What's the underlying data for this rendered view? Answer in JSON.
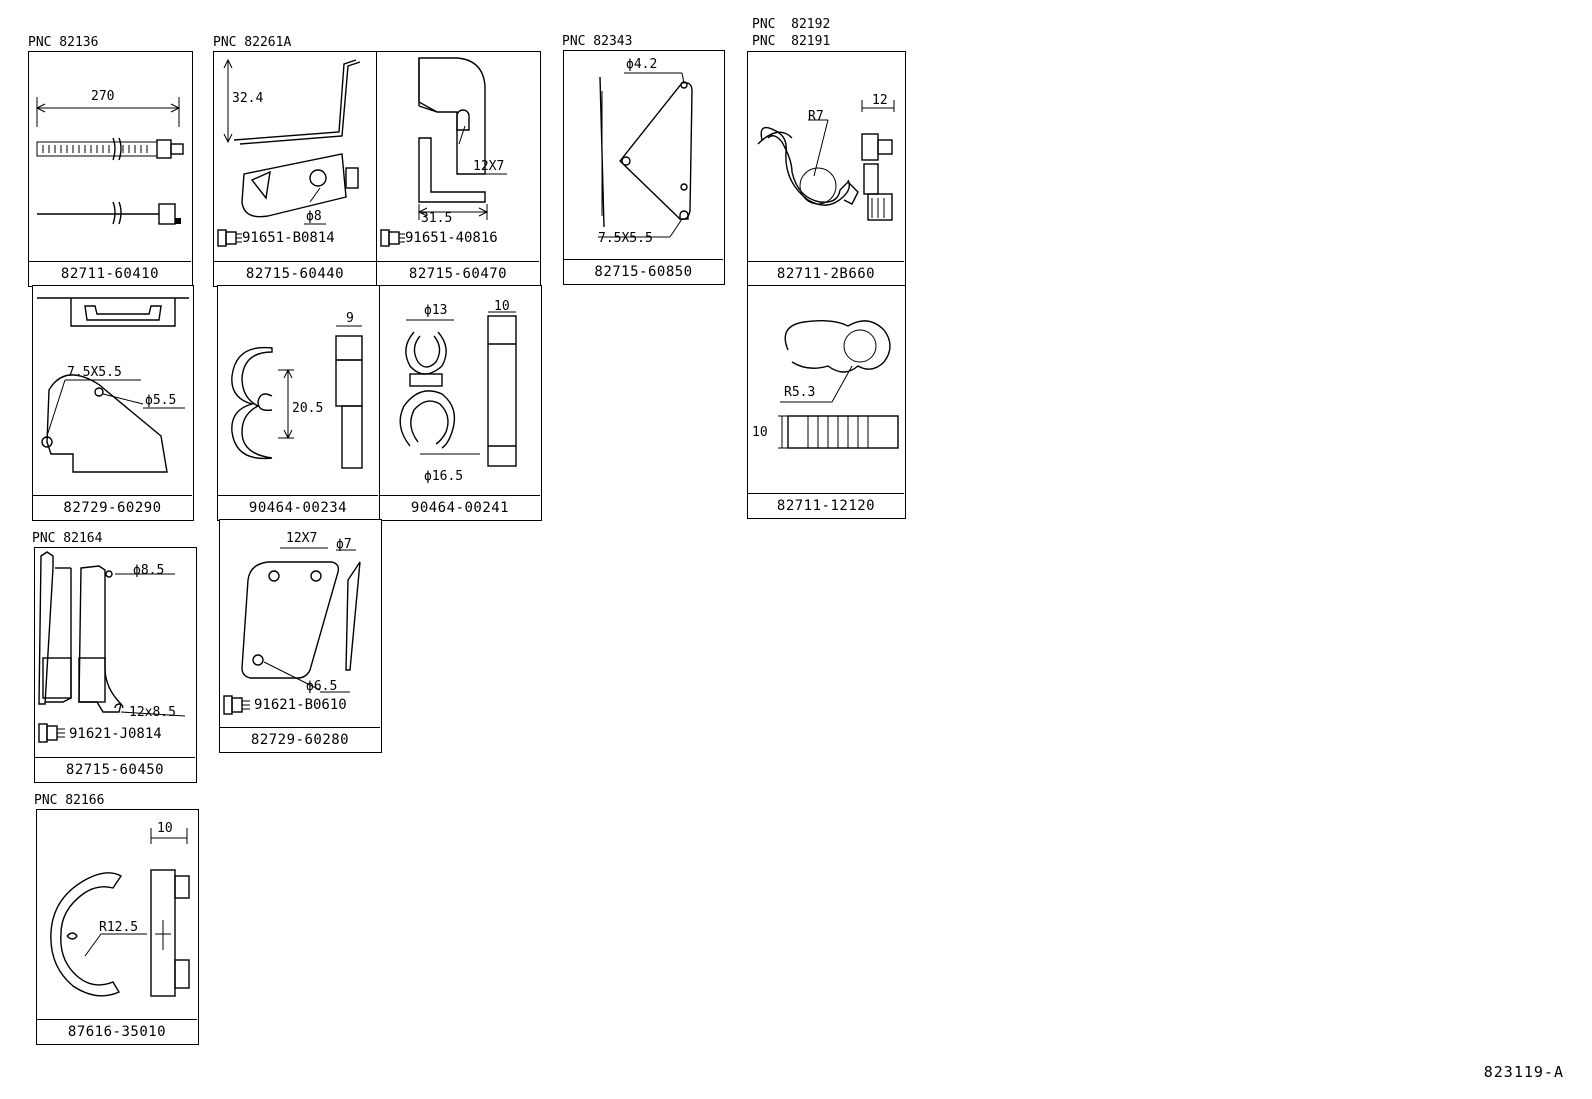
{
  "pnc_labels": {
    "pnc_82136": "PNC 82136",
    "pnc_82261a": "PNC 82261A",
    "pnc_82343": "PNC 82343",
    "pnc_82192": "PNC  82192",
    "pnc_82191": "PNC  82191",
    "pnc_82164": "PNC 82164",
    "pnc_82166": "PNC 82166"
  },
  "parts": {
    "p1": "82711-60410",
    "p2": "82715-60440",
    "p3": "82715-60470",
    "p4": "82715-60850",
    "p5": "82711-2B660",
    "p6": "82729-60290",
    "p7": "90464-00234",
    "p8": "90464-00241",
    "p9": "82711-12120",
    "p10": "82729-60280",
    "p11": "82715-60450",
    "p12": "87616-35010"
  },
  "bolts": {
    "b2": "91651-B0814",
    "b3": "91651-40816",
    "b10": "91621-B0610",
    "b11": "91621-J0814"
  },
  "dims": {
    "d270": "270",
    "d32_4": "32.4",
    "d8": "ϕ8",
    "d12x7_a": "12X7",
    "d31_5": "31.5",
    "d4_2": "ϕ4.2",
    "d7_5x5_5_a": "7.5X5.5",
    "dR7": "R7",
    "d12_a": "12",
    "d7_5x5_5_b": "7.5X5.5",
    "d5_5": "ϕ5.5",
    "d9": "9",
    "d20_5": "20.5",
    "d13": "ϕ13",
    "d10_a": "10",
    "d16_5": "ϕ16.5",
    "dR5_3": "R5.3",
    "d10_b": "10",
    "d12x7_b": "12X7",
    "d7": "ϕ7",
    "d6_5": "ϕ6.5",
    "d8_5": "ϕ8.5",
    "d12x8_5": "12x8.5",
    "d10_c": "10",
    "dR12_5": "R12.5"
  },
  "drawing_code": "823119-A"
}
